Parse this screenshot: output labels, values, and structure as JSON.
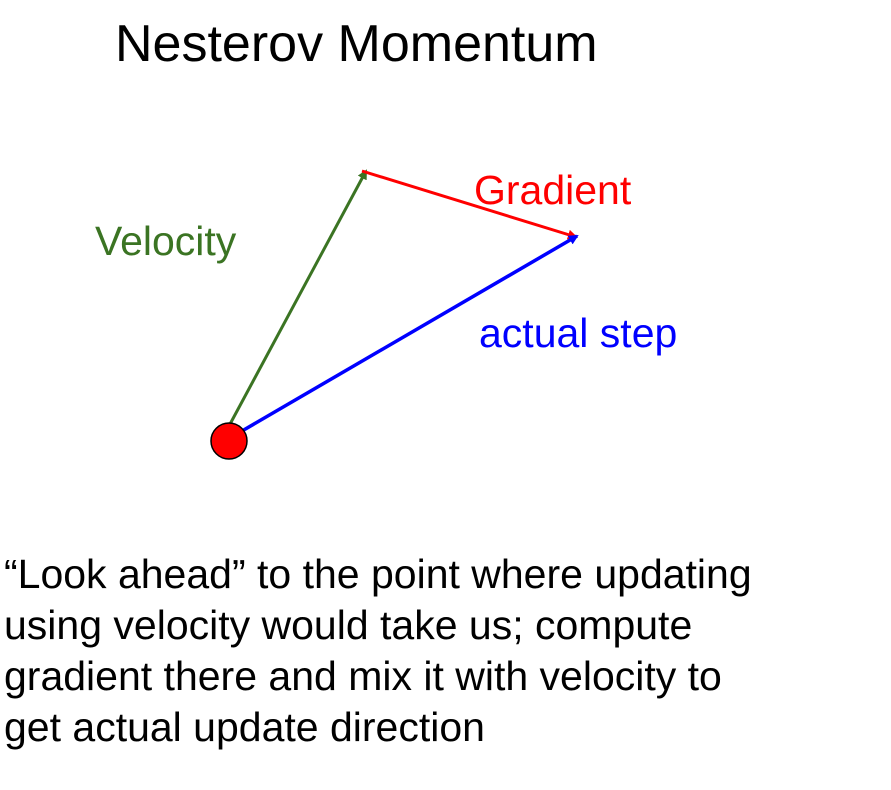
{
  "slide": {
    "title": "Nesterov Momentum",
    "diagram": {
      "labels": {
        "velocity": "Velocity",
        "gradient": "Gradient",
        "actual_step": "actual step"
      },
      "colors": {
        "velocity": "#3b7423",
        "gradient": "#ff0000",
        "actual_step": "#0000ff",
        "start_point": "#ff0000"
      }
    },
    "description_lines": [
      "“Look ahead” to the point where updating",
      "using velocity would take us; compute",
      "gradient there and mix it with velocity to",
      "get actual update direction"
    ]
  }
}
